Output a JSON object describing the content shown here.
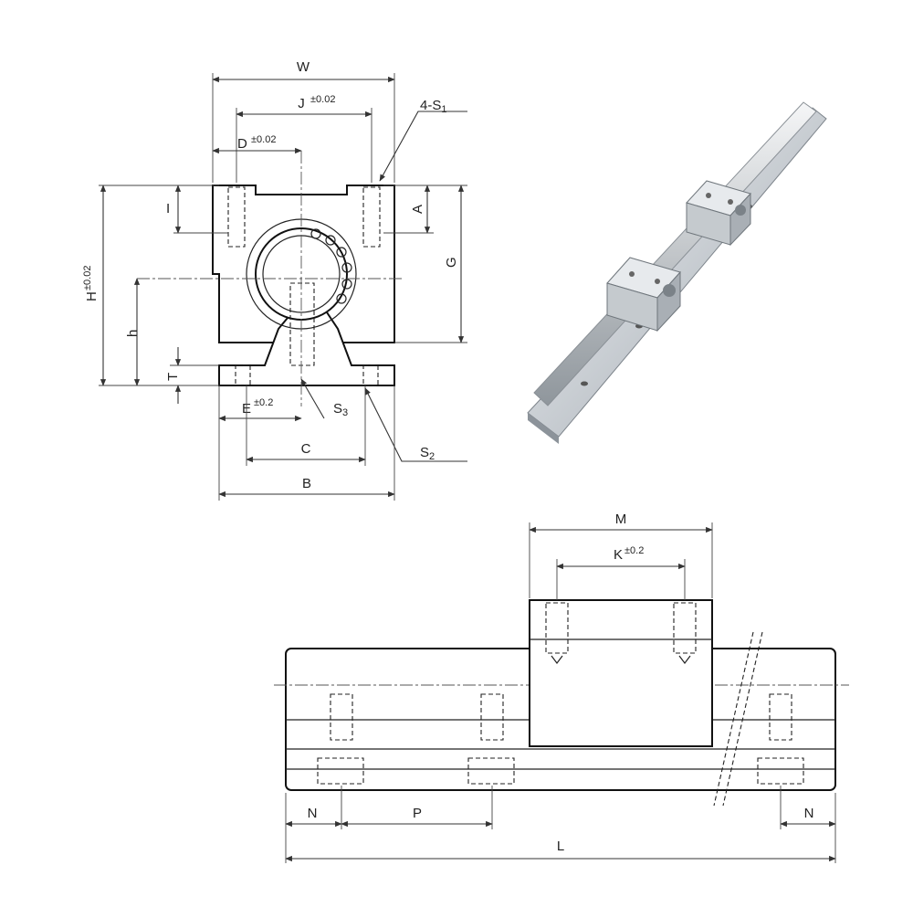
{
  "end_view_labels": {
    "W": "W",
    "J": "J",
    "J_tol": "±0.02",
    "S1": "4-S",
    "S1_sub": "1",
    "D": "D",
    "D_tol": "±0.02",
    "I": "I",
    "A": "A",
    "G": "G",
    "H": "H",
    "H_tol": "±0.02",
    "h": "h",
    "T": "T",
    "E": "E",
    "E_tol": "±0.2",
    "S3": "S",
    "S3_sub": "3",
    "C": "C",
    "S2": "S",
    "S2_sub": "2",
    "B": "B"
  },
  "side_view_labels": {
    "M": "M",
    "K": "K",
    "K_tol": "±0.2",
    "N_left": "N",
    "P": "P",
    "N_right": "N",
    "L": "L"
  },
  "colors": {
    "line": "#111111",
    "rail_light": "#d9dde1",
    "rail_dark": "#8e959c",
    "block": "#c7ccd1"
  }
}
